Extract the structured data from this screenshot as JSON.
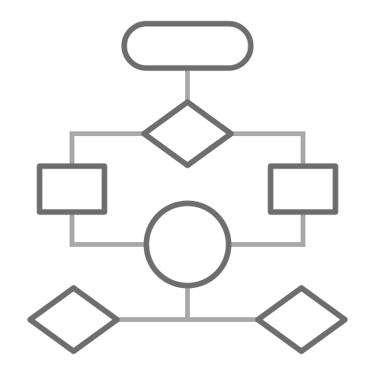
{
  "icon": {
    "name": "flowchart-icon",
    "colors": {
      "shape_stroke": "#6e6e6e",
      "connector_stroke": "#a9a9a9",
      "background": "#ffffff"
    },
    "nodes": [
      {
        "id": "start",
        "shape": "rounded-rectangle"
      },
      {
        "id": "decision-top",
        "shape": "diamond"
      },
      {
        "id": "process-left",
        "shape": "rectangle"
      },
      {
        "id": "process-right",
        "shape": "rectangle"
      },
      {
        "id": "merge",
        "shape": "circle"
      },
      {
        "id": "decision-bottom-left",
        "shape": "diamond"
      },
      {
        "id": "decision-bottom-right",
        "shape": "diamond"
      }
    ],
    "edges": [
      {
        "from": "start",
        "to": "decision-top"
      },
      {
        "from": "decision-top",
        "to": "process-left"
      },
      {
        "from": "decision-top",
        "to": "process-right"
      },
      {
        "from": "process-left",
        "to": "merge"
      },
      {
        "from": "process-right",
        "to": "merge"
      },
      {
        "from": "merge",
        "to": "decision-bottom-left"
      },
      {
        "from": "merge",
        "to": "decision-bottom-right"
      }
    ]
  }
}
